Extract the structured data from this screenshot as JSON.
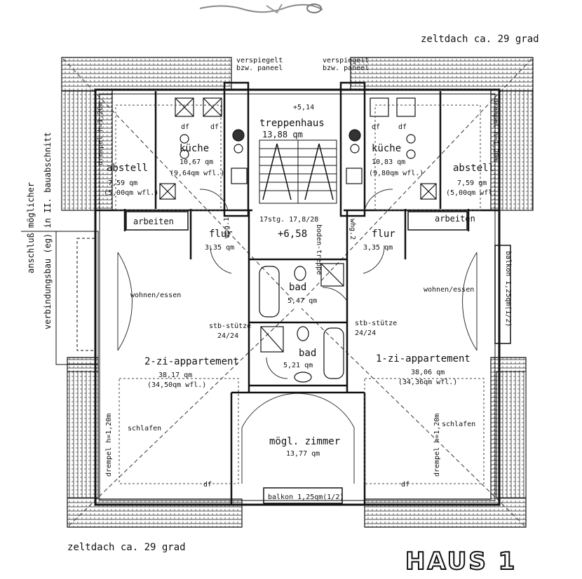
{
  "roof": {
    "top_label": "zeltdach ca. 29 grad",
    "bottom_label": "zeltdach ca. 29 grad",
    "drempel_label": "drempel h=1,20m"
  },
  "side_note": {
    "line1": "anschluß möglicher",
    "line2": "verbindungsbau (eg) in II. bauabschnitt"
  },
  "mirror": {
    "line1": "verspiegelt",
    "line2": "bzw. paneel"
  },
  "stair": {
    "name": "treppenhaus",
    "area": "13,88 qm",
    "level": "+5,14",
    "steps": "17stg. 17,8/28",
    "landing": "+6,58",
    "bodentreppe": "boden-treppe",
    "whg1": "whg.1",
    "whg2": "whg.2"
  },
  "left": {
    "abstell": {
      "name": "abstell",
      "area": "7,59 qm",
      "wfl": "(5,00qm wfl.)"
    },
    "kueche": {
      "name": "küche",
      "area": "10,67 qm",
      "wfl": "(9,64qm wfl.)"
    },
    "arbeiten": "arbeiten",
    "flur": {
      "name": "flur",
      "area": "3,35 qm"
    },
    "wohnen": "wohnen/essen",
    "stuetze": {
      "name": "stb-stütze",
      "size": "24/24"
    },
    "app": {
      "name": "2-zi-appartement",
      "area": "38,17 qm",
      "wfl": "(34,50qm wfl.)"
    },
    "schlafen": "schlafen"
  },
  "right": {
    "abstell": {
      "name": "abstell",
      "area": "7,59 qm",
      "wfl": "(5,00qm wfl.)"
    },
    "kueche": {
      "name": "küche",
      "area": "10,83 qm",
      "wfl": "(9,80qm wfl.)"
    },
    "arbeiten": "arbeiten",
    "flur": {
      "name": "flur",
      "area": "3,35 qm"
    },
    "wohnen": "wohnen/essen",
    "stuetze": {
      "name": "stb-stütze",
      "size": "24/24"
    },
    "app": {
      "name": "1-zi-appartement",
      "area": "38,06 qm",
      "wfl": "(34,36qm wfl.)"
    },
    "schlafen": "schlafen",
    "balkon": "balkon 1,25qm(1/2)"
  },
  "center": {
    "bad_top": {
      "name": "bad",
      "area": "5,47 qm"
    },
    "bad_bottom": {
      "name": "bad",
      "area": "5,21 qm"
    },
    "zimmer": {
      "name": "mögl. zimmer",
      "area": "13,77 qm"
    },
    "balkon": "balkon 1,25qm(1/2)"
  },
  "appliance": "df",
  "building_title": "HAUS 1"
}
